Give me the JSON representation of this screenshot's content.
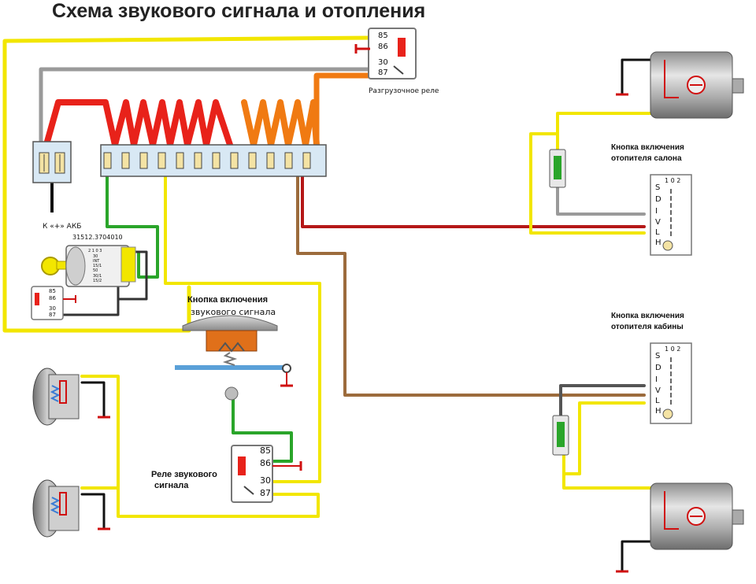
{
  "title": "Схема звукового сигнала и отопления",
  "unload_relay": {
    "label": "Разгрузочное реле",
    "pins": [
      "85",
      "86",
      "30",
      "87"
    ]
  },
  "battery_label": "К «+» АКБ",
  "ignition_switch": {
    "part_number": "31512.3704010",
    "terminals": [
      "2 1 0 3",
      "30",
      "INT",
      "15/1",
      "50",
      "30/1",
      "15/2"
    ]
  },
  "aux_relay": {
    "pins": [
      "85",
      "86",
      "30",
      "87"
    ]
  },
  "horn_button": {
    "label_line1": "Кнопка включения",
    "label_line2": "звукового сигнала"
  },
  "horn_relay": {
    "label_line1": "Реле звукового",
    "label_line2": "сигнала",
    "pins": [
      "85",
      "86",
      "30",
      "87"
    ]
  },
  "heater_switch_salon": {
    "label_line1": "Кнопка включения",
    "label_line2": "отопителя салона",
    "positions": "1 0 2",
    "terminals": [
      "S",
      "D",
      "I",
      "V",
      "L",
      "H"
    ]
  },
  "heater_switch_cabin": {
    "label_line1": "Кнопка включения",
    "label_line2": "отопителя кабины",
    "positions": "1 0 2",
    "terminals": [
      "S",
      "D",
      "I",
      "V",
      "L",
      "H"
    ]
  },
  "colors": {
    "wire_red": "#e8221a",
    "wire_orange": "#f07a12",
    "wire_yellow": "#f2e600",
    "wire_green": "#2aa52a",
    "wire_gray": "#9a9a9a",
    "wire_brown": "#9c6b3c",
    "wire_black": "#111111",
    "wire_darkred": "#b51818",
    "ground": "#d01010",
    "fuse_block": "#d8e8f4",
    "fuse": "#f4e3a4"
  }
}
